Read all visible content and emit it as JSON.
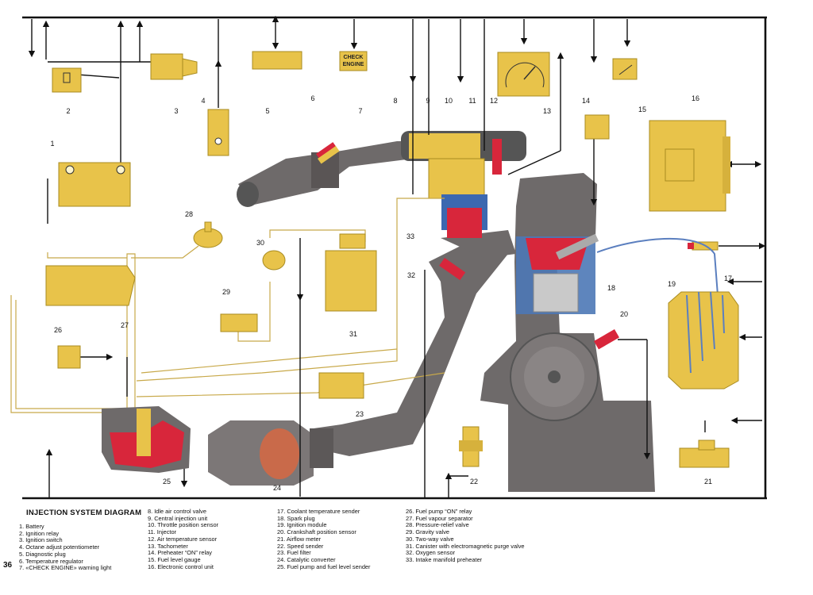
{
  "title": "INJECTION SYSTEM DIAGRAM",
  "page_number": "36",
  "check_engine_label": [
    "CHECK",
    "ENGINE"
  ],
  "diagram_numbers": [
    "1",
    "2",
    "3",
    "4",
    "5",
    "6",
    "7",
    "8",
    "9",
    "10",
    "11",
    "12",
    "13",
    "14",
    "15",
    "16",
    "17",
    "18",
    "19",
    "20",
    "21",
    "22",
    "23",
    "24",
    "25",
    "26",
    "27",
    "28",
    "29",
    "30",
    "31",
    "32",
    "33"
  ],
  "legend": [
    {
      "number": "1",
      "text": "1. Battery"
    },
    {
      "number": "2",
      "text": "2. Ignition relay"
    },
    {
      "number": "3",
      "text": "3. Ignition switch"
    },
    {
      "number": "4",
      "text": "4. Octane adjust potentiometer"
    },
    {
      "number": "5",
      "text": "5. Diagnostic plug"
    },
    {
      "number": "6",
      "text": "6. Temperature regulator"
    },
    {
      "number": "7",
      "text": "7. «CHECK ENGINE» warning light"
    },
    {
      "number": "8",
      "text": "8. Idle air control valve"
    },
    {
      "number": "9",
      "text": "9. Central injection unit"
    },
    {
      "number": "10",
      "text": "10. Throttle position sensor"
    },
    {
      "number": "11",
      "text": "11. Injector"
    },
    {
      "number": "12",
      "text": "12. Air temperature sensor"
    },
    {
      "number": "13",
      "text": "13. Tachometer"
    },
    {
      "number": "14",
      "text": "14. Preheater “ON” relay"
    },
    {
      "number": "15",
      "text": "15. Fuel level gauge"
    },
    {
      "number": "16",
      "text": "16. Electronic control unit"
    },
    {
      "number": "17",
      "text": "17. Coolant temperature sender"
    },
    {
      "number": "18",
      "text": "18. Spark plug"
    },
    {
      "number": "19",
      "text": "19. Ignition module"
    },
    {
      "number": "20",
      "text": "20. Crankshaft position sensor"
    },
    {
      "number": "21",
      "text": "21. Airflow meter"
    },
    {
      "number": "22",
      "text": "22. Speed sender"
    },
    {
      "number": "23",
      "text": "23. Fuel filter"
    },
    {
      "number": "24",
      "text": "24. Catalytic converter"
    },
    {
      "number": "25",
      "text": "25. Fuel pump and fuel level sender"
    },
    {
      "number": "26",
      "text": "26. Fuel pump “ON” relay"
    },
    {
      "number": "27",
      "text": "27. Fuel vapour separator"
    },
    {
      "number": "28",
      "text": "28. Pressure-relief valve"
    },
    {
      "number": "29",
      "text": "29. Gravity valve"
    },
    {
      "number": "30",
      "text": "30. Two-way valve"
    },
    {
      "number": "31",
      "text": "31. Canister with electromagnetic purge valve"
    },
    {
      "number": "32",
      "text": "32. Oxygen sensor"
    },
    {
      "number": "33",
      "text": "33. Intake manifold preheater"
    }
  ],
  "colors": {
    "component_yellow": "#e8c34a",
    "engine_grey": "#6e6a6a",
    "wire": "#111111",
    "fuel_line": "#e6cf7a",
    "hot_red": "#d8263b",
    "sensor_blue": "#3c68b0"
  }
}
